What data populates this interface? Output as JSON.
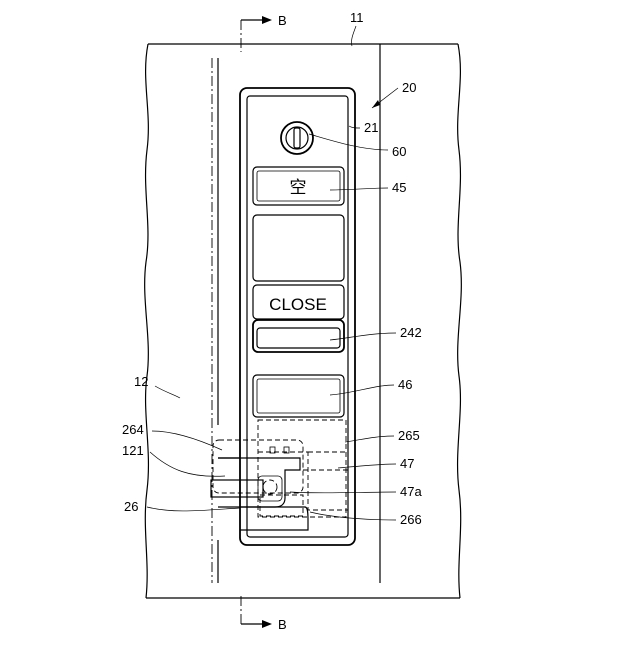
{
  "figure": {
    "section_mark_top": "B",
    "section_mark_bottom": "B"
  },
  "references": {
    "r11": "11",
    "r20": "20",
    "r21": "21",
    "r60": "60",
    "r45": "45",
    "r242": "242",
    "r12": "12",
    "r46": "46",
    "r264": "264",
    "r265": "265",
    "r121": "121",
    "r47": "47",
    "r47a": "47a",
    "r26": "26",
    "r266": "266"
  },
  "panel": {
    "button_45_label": "空",
    "button_242_label": "CLOSE"
  }
}
